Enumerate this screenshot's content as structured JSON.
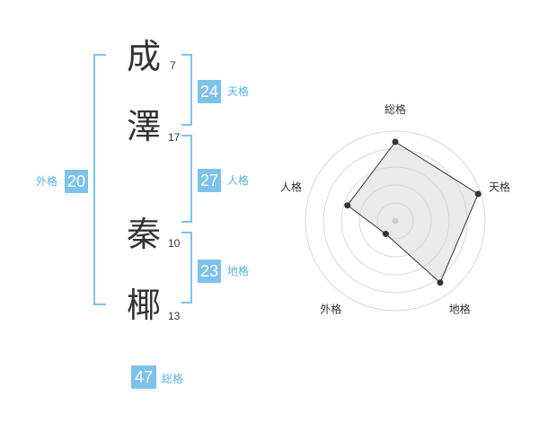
{
  "name_chars": [
    {
      "char": "成",
      "strokes": "7"
    },
    {
      "char": "澤",
      "strokes": "17"
    },
    {
      "char": "秦",
      "strokes": "10"
    },
    {
      "char": "椰",
      "strokes": "13"
    }
  ],
  "scores": {
    "tenkaku": {
      "value": "24",
      "label": "天格"
    },
    "jinkaku": {
      "value": "27",
      "label": "人格"
    },
    "chikaku": {
      "value": "23",
      "label": "地格"
    },
    "gaikaku": {
      "value": "20",
      "label": "外格"
    },
    "soukaku": {
      "value": "47",
      "label": "総格"
    }
  },
  "colors": {
    "accent": "#7cc3ec",
    "accent_text": "#58b1e4",
    "text": "#333333"
  },
  "chart_data": {
    "type": "radar",
    "categories": [
      "総格",
      "天格",
      "地格",
      "外格",
      "人格"
    ],
    "values": [
      0.88,
      0.97,
      0.85,
      0.18,
      0.56
    ],
    "rings": 5
  }
}
